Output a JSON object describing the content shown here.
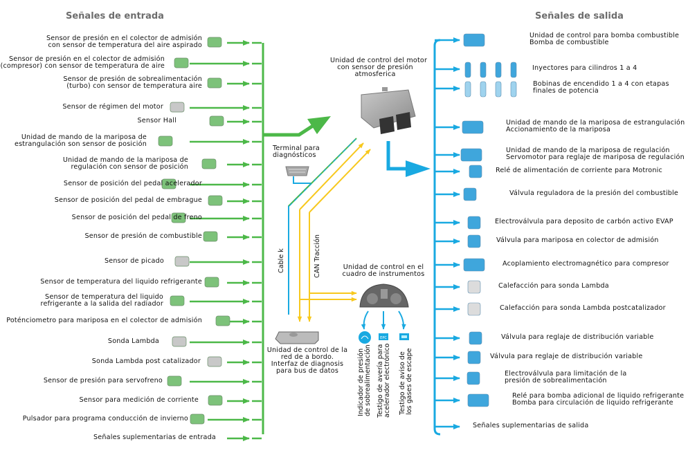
{
  "titles": {
    "inputs": "Señales de entrada",
    "outputs": "Señales de salida"
  },
  "colors": {
    "input_bus": "#4cb848",
    "output_bus": "#19a9e1",
    "can_bus": "#f7c81e",
    "cable_k": "#19a9e1"
  },
  "inputs": [
    {
      "label": "Sensor de presión en el colector de admisión\ncon sensor de temperatura del aire aspirado",
      "icon": "pressure-sensor-icon"
    },
    {
      "label": "Sensor de presión en el colector de admisión\n(compresor) con sensor de temperatura de aire",
      "icon": "pressure-sensor-icon"
    },
    {
      "label": "Sensor de presión de sobrealimentación\n(turbo) con sensor de temperatura aire",
      "icon": "pressure-sensor-icon"
    },
    {
      "label": "Sensor de régimen del motor",
      "icon": "engine-speed-sensor-icon"
    },
    {
      "label": "Sensor Hall",
      "icon": "hall-sensor-icon"
    },
    {
      "label": "Unidad de mando de la mariposa de\nestrangulación son sensor de posición",
      "icon": "throttle-body-icon"
    },
    {
      "label": "Unidad de mando de la mariposa de\nregulación con sensor de posición",
      "icon": "throttle-regulator-icon"
    },
    {
      "label": "Sensor de posición del pedal acelerador",
      "icon": "accelerator-pedal-icon"
    },
    {
      "label": "Sensor de posición del pedal de embrague",
      "icon": "clutch-sensor-icon"
    },
    {
      "label": "Sensor de posición del pedal de freno",
      "icon": "brake-sensor-icon"
    },
    {
      "label": "Sensor de presión de combustible",
      "icon": "fuel-pressure-sensor-icon"
    },
    {
      "label": "Sensor de picado",
      "icon": "knock-sensor-icon"
    },
    {
      "label": "Sensor de temperatura del liquido refrigerante",
      "icon": "coolant-temp-sensor-icon"
    },
    {
      "label": "Sensor de temperatura del liquido\nrefrigerante a la salida del radiador",
      "icon": "radiator-temp-sensor-icon"
    },
    {
      "label": "Poténciometro para mariposa en el colector de admisión",
      "icon": "potentiometer-icon"
    },
    {
      "label": "Sonda Lambda",
      "icon": "lambda-probe-icon"
    },
    {
      "label": "Sonda Lambda post catalizador",
      "icon": "lambda-probe-icon"
    },
    {
      "label": "Sensor de presión para servofreno",
      "icon": "brake-booster-sensor-icon"
    },
    {
      "label": "Sensor para medición de corriente",
      "icon": "current-sensor-icon"
    },
    {
      "label": "Pulsador para programa conducción de invierno",
      "icon": "winter-button-icon"
    },
    {
      "label": "Señales suplementarias de entrada",
      "icon": ""
    }
  ],
  "outputs": [
    {
      "label": "Unidad de control para bomba combustible\nBomba de combustible",
      "icon": "fuel-pump-icon"
    },
    {
      "label": "Inyectores para cilindros 1 a 4",
      "icon": "injectors-icon"
    },
    {
      "label": "Bobinas de encendido 1 a 4 con etapas\nfinales de potencia",
      "icon": "ignition-coils-icon"
    },
    {
      "label": "Unidad de mando de la mariposa de estrangulación\nAccionamiento de la mariposa",
      "icon": "throttle-body-icon"
    },
    {
      "label": "Unidad de mando de la mariposa de regulación\nServomotor para reglaje de mariposa de regulación",
      "icon": "throttle-regulator-icon"
    },
    {
      "label": "Relé de alimentación de corriente para Motronic",
      "icon": "relay-icon"
    },
    {
      "label": "Válvula reguladora de la presión del combustible",
      "icon": "fuel-regulator-valve-icon"
    },
    {
      "label": "Electroválvula para deposito de carbón activo EVAP",
      "icon": "evap-valve-icon"
    },
    {
      "label": "Válvula para mariposa en colector de admisión",
      "icon": "intake-valve-icon"
    },
    {
      "label": "Acoplamiento electromagnético para compresor",
      "icon": "compressor-clutch-icon"
    },
    {
      "label": "Calefacción para sonda Lambda",
      "icon": "lambda-probe-icon"
    },
    {
      "label": "Calefacción para sonda Lambda postcatalizador",
      "icon": "lambda-probe-icon"
    },
    {
      "label": "Válvula para reglaje de distribución variable",
      "icon": "camshaft-valve-icon"
    },
    {
      "label": "Válvula para reglaje de distribución variable",
      "icon": "camshaft-valve-icon"
    },
    {
      "label": "Electroválvula para limitación de la\npresión de sobrealimentación",
      "icon": "boost-valve-icon"
    },
    {
      "label": "Relé para bomba adicional de liquido refrigerante\nBomba para circulación de liquido refrigerante",
      "icon": "coolant-pump-icon"
    },
    {
      "label": "Señales suplementarias de salida",
      "icon": ""
    }
  ],
  "center": {
    "ecu_label": "Unidad de control del motor\ncon sensor de presión\natmosferica",
    "diag_terminal_label": "Terminal para\ndiagnósticos",
    "cable_k_label": "Cable k",
    "can_label": "CAN Tracción",
    "cluster_label": "Unidad de control en el\ncuadro de instrumentos",
    "gateway_label": "Unidad de control de la\nred de a bordo.\nInterfaz de diagnosis\npara bus de datos",
    "indicators": [
      {
        "label": "Indicador de presión\nde sobrealimentación",
        "icon": "boost-gauge-icon",
        "badge": ""
      },
      {
        "label": "Testigo de avería para\nacelerador electrónico",
        "icon": "epc-warning-icon",
        "badge": "EPC"
      },
      {
        "label": "Testigo de aviso de\nlos gases de escape",
        "icon": "exhaust-warning-icon",
        "badge": ""
      }
    ]
  }
}
